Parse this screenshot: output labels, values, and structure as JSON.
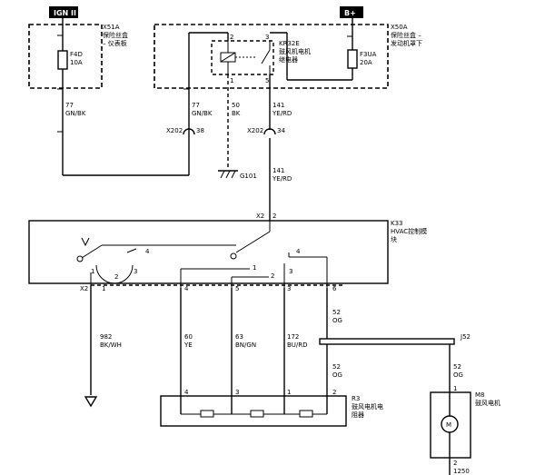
{
  "power": {
    "ign": "IGN II",
    "batt": "B+"
  },
  "x51a": {
    "id": "X51A",
    "name1": "保险丝盒",
    "name2": "– 仪表板",
    "fuse_id": "F4D",
    "fuse_rating": "10A"
  },
  "x50a": {
    "id": "X50A",
    "name1": "保险丝盒 –",
    "name2": "发动机罩下",
    "fuse_id": "F3UA",
    "fuse_rating": "20A"
  },
  "relay": {
    "id": "KR32E",
    "name1": "鼓风机电机",
    "name2": "继电器",
    "pin_tl": "2",
    "pin_tr": "3",
    "pin_bl": "1",
    "pin_br": "5"
  },
  "wires": {
    "w1_num": "77",
    "w1_color": "GN/BK",
    "w2_num": "77",
    "w2_color": "GN/BK",
    "w3_num": "50",
    "w3_color": "BK",
    "w4_num": "141",
    "w4_color": "YE/RD",
    "w5_num": "141",
    "w5_color": "YE/RD",
    "w6_num": "982",
    "w6_color": "BK/WH",
    "w7_num": "60",
    "w7_color": "YE",
    "w8_num": "63",
    "w8_color": "BN/GN",
    "w9_num": "172",
    "w9_color": "BU/RD",
    "w10_num": "52",
    "w10_color": "OG",
    "w11_num": "52",
    "w11_color": "OG",
    "w12_num": "52",
    "w12_color": "OG",
    "w13_num": "1250"
  },
  "connectors": {
    "x202a": "X202",
    "x202a_pin": "38",
    "x202b": "X202",
    "x202b_pin": "34"
  },
  "ground": {
    "g101": "G101"
  },
  "hvac": {
    "id": "K33",
    "name1": "HVAC控制模",
    "name2": "块",
    "x2_top": "X2",
    "x2_top_pin": "2",
    "x2_bottom": "X2"
  },
  "hvac_pins": {
    "p1": "1",
    "p2": "2",
    "p3": "3",
    "p4": "4",
    "p1b": "1",
    "p2b": "2",
    "p3b": "3",
    "p4b": "4"
  },
  "hvac_bottom_pins": {
    "a": "1",
    "b": "4",
    "c": "5",
    "d": "3",
    "e": "6"
  },
  "splice": {
    "id": "J52"
  },
  "r3": {
    "id": "R3",
    "name1": "鼓风电机电",
    "name2": "阻器",
    "pin1": "4",
    "pin2": "3",
    "pin3": "1",
    "pin4": "2"
  },
  "m8": {
    "id": "M8",
    "name": "鼓风电机",
    "pin_top": "1",
    "pin_bottom": "2",
    "symbol": "M"
  }
}
